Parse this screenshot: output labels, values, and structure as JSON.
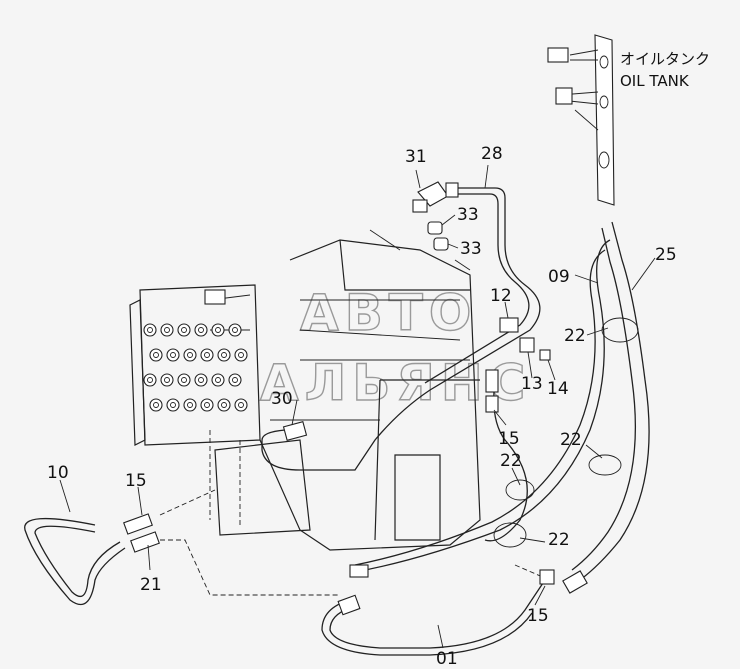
{
  "tank_label_jp": "オイルタンク",
  "tank_label_en": "OIL TANK",
  "watermark": {
    "line1": "АВТО",
    "line2": "АЛЬЯНС"
  },
  "callouts": [
    {
      "id": "31",
      "text": "31"
    },
    {
      "id": "28",
      "text": "28"
    },
    {
      "id": "33a",
      "text": "33"
    },
    {
      "id": "33b",
      "text": "33"
    },
    {
      "id": "25",
      "text": "25"
    },
    {
      "id": "09",
      "text": "09"
    },
    {
      "id": "12",
      "text": "12"
    },
    {
      "id": "22a",
      "text": "22"
    },
    {
      "id": "13",
      "text": "13"
    },
    {
      "id": "14",
      "text": "14"
    },
    {
      "id": "30",
      "text": "30"
    },
    {
      "id": "15a",
      "text": "15"
    },
    {
      "id": "22b",
      "text": "22"
    },
    {
      "id": "22c",
      "text": "22"
    },
    {
      "id": "10",
      "text": "10"
    },
    {
      "id": "15b",
      "text": "15"
    },
    {
      "id": "21",
      "text": "21"
    },
    {
      "id": "22d",
      "text": "22"
    },
    {
      "id": "15c",
      "text": "15"
    },
    {
      "id": "01",
      "text": "01"
    }
  ]
}
